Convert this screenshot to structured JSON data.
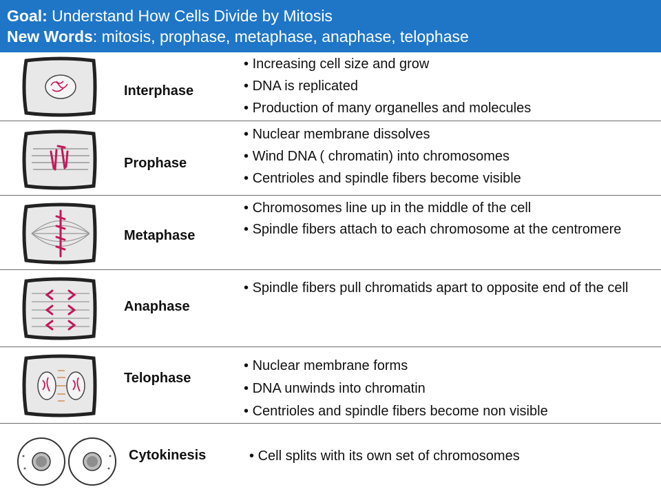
{
  "header": {
    "goal_label": "Goal:",
    "goal_text": " Understand How Cells Divide by Mitosis",
    "words_label": "New Words",
    "words_text": ": mitosis, prophase, metaphase, anaphase, telophase"
  },
  "phases": [
    {
      "name": "Interphase",
      "bullets": [
        "Increasing cell size and grow",
        "DNA is replicated",
        "Production of many organelles and molecules"
      ]
    },
    {
      "name": "Prophase",
      "bullets": [
        "Nuclear membrane dissolves",
        "Wind DNA ( chromatin) into chromosomes",
        "Centrioles and spindle fibers become visible"
      ]
    },
    {
      "name": "Metaphase",
      "bullets": [
        "Chromosomes line up in the middle of the cell",
        "Spindle fibers attach to each chromosome at the centromere"
      ]
    },
    {
      "name": "Anaphase",
      "bullets": [
        "Spindle fibers pull chromatids apart to opposite end of the cell"
      ]
    },
    {
      "name": "Telophase",
      "bullets": [
        "Nuclear membrane forms",
        "DNA unwinds into chromatin",
        "Centrioles and spindle fibers become non visible"
      ]
    },
    {
      "name": "Cytokinesis",
      "bullets": [
        "Cell splits with its own set of chromosomes"
      ]
    }
  ],
  "colors": {
    "header_bg": "#1f76c7",
    "chromosome": "#c2185b",
    "cell_fill": "#e8e8e8"
  }
}
